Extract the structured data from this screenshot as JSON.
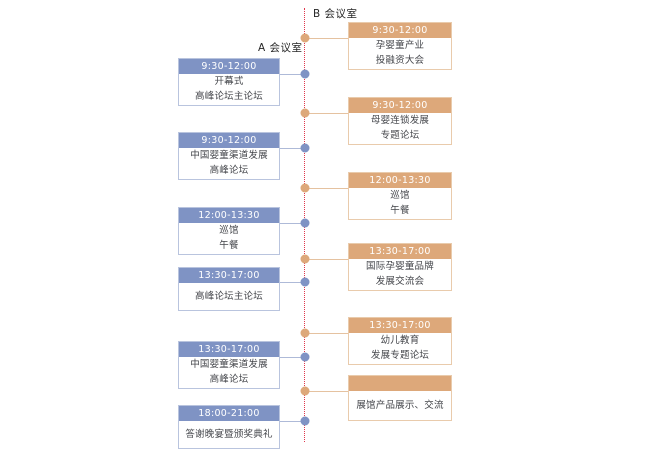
{
  "columns": {
    "a_label": "A 会议室",
    "b_label": "B 会议室"
  },
  "colors": {
    "track_a": "#7f93c4",
    "track_b": "#dda87a",
    "spine": "#e0354a",
    "card_a_border": "#b9c4de",
    "card_b_border": "#e9cbac",
    "text": "#44464b"
  },
  "track_a": {
    "name": "A 会议室",
    "events": [
      {
        "time": "9:30-12:00",
        "lines": [
          "开幕式",
          "高峰论坛主论坛"
        ]
      },
      {
        "time": "9:30-12:00",
        "lines": [
          "中国婴童渠道发展",
          "高峰论坛"
        ]
      },
      {
        "time": "12:00-13:30",
        "lines": [
          "巡馆",
          "午餐"
        ]
      },
      {
        "time": "13:30-17:00",
        "lines": [
          "高峰论坛主论坛"
        ]
      },
      {
        "time": "13:30-17:00",
        "lines": [
          "中国婴童渠道发展",
          "高峰论坛"
        ]
      },
      {
        "time": "18:00-21:00",
        "lines": [
          "答谢晚宴暨颁奖典礼"
        ]
      }
    ]
  },
  "track_b": {
    "name": "B 会议室",
    "events": [
      {
        "time": "9:30-12:00",
        "lines": [
          "孕婴童产业",
          "投融资大会"
        ]
      },
      {
        "time": "9:30-12:00",
        "lines": [
          "母婴连锁发展",
          "专题论坛"
        ]
      },
      {
        "time": "12:00-13:30",
        "lines": [
          "巡馆",
          "午餐"
        ]
      },
      {
        "time": "13:30-17:00",
        "lines": [
          "国际孕婴童品牌",
          "发展交流会"
        ]
      },
      {
        "time": "13:30-17:00",
        "lines": [
          "幼儿教育",
          "发展专题论坛"
        ]
      },
      {
        "time": "",
        "lines": [
          "展馆产品展示、交流"
        ]
      }
    ]
  }
}
